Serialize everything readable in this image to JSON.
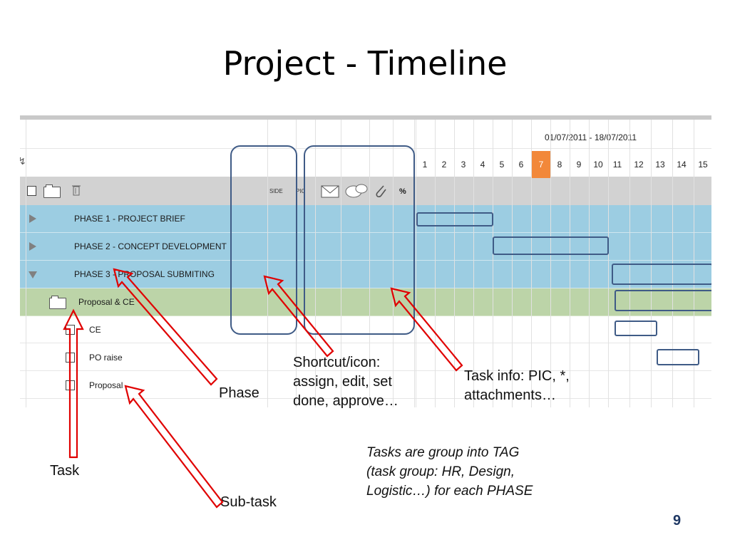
{
  "slide": {
    "title": "Project - Timeline",
    "page_number": "9"
  },
  "timeline": {
    "date_range": "01/07/2011 - 18/07/2011",
    "days": [
      "1",
      "2",
      "3",
      "4",
      "5",
      "6",
      "7",
      "8",
      "9",
      "10",
      "11",
      "12",
      "13",
      "14",
      "15"
    ],
    "today": "7",
    "toolbar": {
      "side_label": "SIDE",
      "pic_label": "PIC",
      "percent_label": "%"
    },
    "rows": [
      {
        "label": "PHASE 1 - PROJECT BRIEF",
        "kind": "phase",
        "expanded": false
      },
      {
        "label": "PHASE 2 - CONCEPT DEVELOPMENT",
        "kind": "phase",
        "expanded": false
      },
      {
        "label": "PHASE 3 - PROPOSAL SUBMITING",
        "kind": "phase",
        "expanded": true
      },
      {
        "label": "Proposal & CE",
        "kind": "group"
      },
      {
        "label": "CE",
        "kind": "task"
      },
      {
        "label": "PO raise",
        "kind": "task"
      },
      {
        "label": "Proposal",
        "kind": "task"
      }
    ]
  },
  "annotations": {
    "phase": "Phase",
    "task": "Task",
    "subtask": "Sub-task",
    "shortcut_lines": [
      "Shortcut/icon:",
      "assign, edit, set",
      "done, approve…"
    ],
    "taskinfo_lines": [
      "Task info: PIC, *,",
      "attachments…"
    ],
    "tags_lines": [
      "Tasks are group into TAG",
      "(task group: HR, Design,",
      "Logistic…) for each PHASE"
    ]
  },
  "colors": {
    "phase_row": "#9ccde2",
    "group_row": "#bcd4a8",
    "today": "#f2883a",
    "callout": "#3f5b86",
    "arrow": "#e00000"
  }
}
